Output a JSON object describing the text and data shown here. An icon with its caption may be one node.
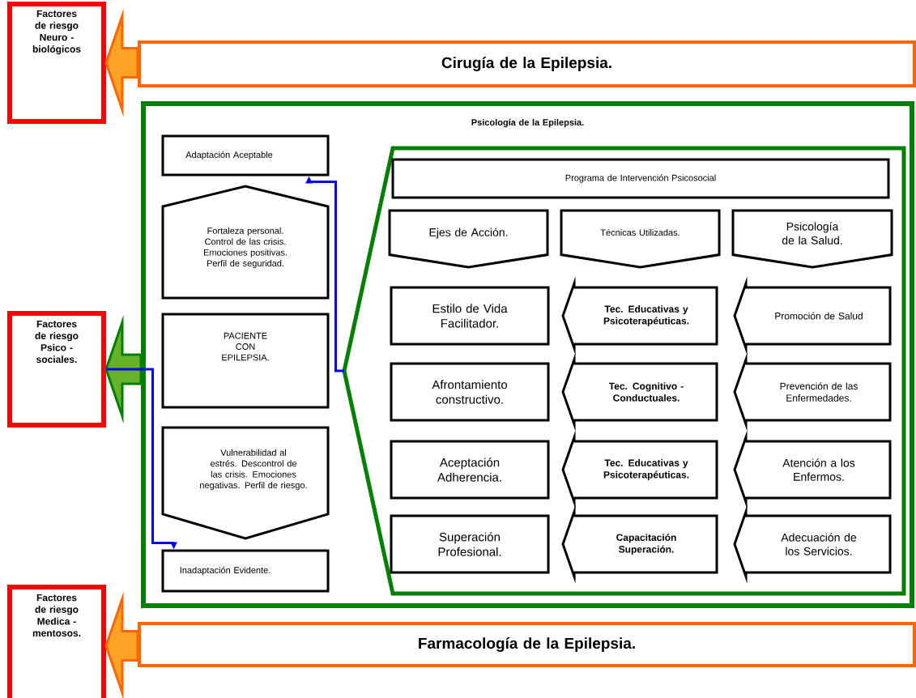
{
  "diagram": {
    "nodes": [
      {
        "text": [
          "Factores de riesgo Neuro - biológicos"
        ]
      },
      {
        "text": [
          "Cirugía de la Epilepsia."
        ]
      },
      {
        "text": [
          "Factores de riesgo Psico - sociales."
        ]
      },
      {
        "text": [
          "Psicología de la Epilepsia."
        ]
      },
      {
        "text": [
          "Adaptación Aceptable"
        ],
        "in": 3
      },
      {
        "text": [
          "Fortaleza personal. Control de las crisis. Emociones positivas. Perfil de seguridad."
        ],
        "in": 3
      },
      {
        "text": [
          "PACIENTE CON EPILEPSIA."
        ],
        "in": 3
      },
      {
        "text": [
          "Vulnerabilidad al estrés. Descontrol de las crisis. Emociones negativas. Perfil de riesgo."
        ],
        "in": 3
      },
      {
        "text": [
          "Inadaptación Evidente."
        ],
        "in": 3
      },
      {
        "text": [],
        "shape": "pentagon",
        "in": 3
      },
      {
        "text": [
          "Programa de Intervención Psicosocial"
        ],
        "in": 9
      },
      {
        "text": [
          "Ejes de Acción."
        ],
        "in": 9
      },
      {
        "text": [
          "Técnicas Utilizadas."
        ],
        "in": 9
      },
      {
        "text": [
          "Psicología de la Salud."
        ],
        "in": 9
      },
      {
        "text": [
          "Estilo de Vida Facilitador."
        ],
        "in": 9
      },
      {
        "text": [
          "Afrontamiento constructivo."
        ],
        "in": 9
      },
      {
        "text": [
          "Aceptación Adherencia."
        ],
        "in": 9
      },
      {
        "text": [
          "Superación Profesional."
        ],
        "in": 9
      },
      {
        "text": [
          "Tec. Educativas y Psicoterapéuticas."
        ],
        "in": 9
      },
      {
        "text": [
          "Tec. Cognitivo - Conductuales."
        ],
        "in": 9
      },
      {
        "text": [
          "Tec. Educativas y Psicoterapéuticas."
        ],
        "in": 9
      },
      {
        "text": [
          "Capacitación Superación."
        ],
        "in": 9
      },
      {
        "text": [
          "Promoción de Salud"
        ],
        "in": 9
      },
      {
        "text": [
          "Prevención de las Enfermedades."
        ],
        "in": 9
      },
      {
        "text": [
          "Atención a los Enfermos."
        ],
        "in": 9
      },
      {
        "text": [
          "Adecuación de los Servicios."
        ],
        "in": 9
      },
      {
        "text": [
          "Factores de riesgo Medica - mentosos."
        ]
      },
      {
        "text": [
          "Farmacología de la Epilepsia."
        ]
      }
    ],
    "edges": [
      {
        "from": 1,
        "to": 0,
        "arrow": "to",
        "style": "thick",
        "color": "#ff6600"
      },
      {
        "from": 3,
        "to": 2,
        "arrow": "to",
        "style": "thick",
        "color": "#008000"
      },
      {
        "from": 27,
        "to": 26,
        "arrow": "to",
        "style": "thick",
        "color": "#ff6600"
      },
      {
        "from": 9,
        "to": 4,
        "arrow": "to",
        "color": "#0000ff"
      },
      {
        "from": 2,
        "to": 8,
        "arrow": "to",
        "color": "#0000ff"
      }
    ]
  }
}
